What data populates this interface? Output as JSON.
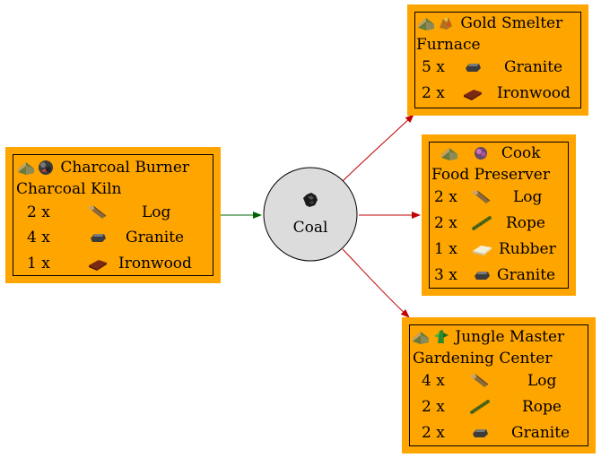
{
  "center": {
    "label": "Coal",
    "icon": "coal-icon"
  },
  "producer": {
    "line1": "Charcoal Burner",
    "line2": "Charcoal Kiln",
    "icons": [
      "building-icon",
      "charcoal-burner-icon"
    ],
    "inputs": [
      {
        "amount": "2 x",
        "name": "Log",
        "icon": "log-icon"
      },
      {
        "amount": "4 x",
        "name": "Granite",
        "icon": "granite-icon"
      },
      {
        "amount": "1 x",
        "name": "Ironwood",
        "icon": "ironwood-icon"
      }
    ]
  },
  "consumers": [
    {
      "line1": "Gold Smelter",
      "line2": "Furnace",
      "icons": [
        "building-icon",
        "gold-smelter-icon"
      ],
      "inputs": [
        {
          "amount": "5 x",
          "name": "Granite",
          "icon": "granite-icon"
        },
        {
          "amount": "2 x",
          "name": "Ironwood",
          "icon": "ironwood-icon"
        }
      ]
    },
    {
      "line1": "Cook",
      "line2": "Food Preserver",
      "icons": [
        "building-icon",
        "cook-icon"
      ],
      "inputs": [
        {
          "amount": "2 x",
          "name": "Log",
          "icon": "log-icon"
        },
        {
          "amount": "2 x",
          "name": "Rope",
          "icon": "rope-icon"
        },
        {
          "amount": "1 x",
          "name": "Rubber",
          "icon": "rubber-icon"
        },
        {
          "amount": "3 x",
          "name": "Granite",
          "icon": "granite-icon"
        }
      ]
    },
    {
      "line1": "Jungle Master",
      "line2": "Gardening Center",
      "icons": [
        "building-icon",
        "jungle-master-icon"
      ],
      "inputs": [
        {
          "amount": "4 x",
          "name": "Log",
          "icon": "log-icon"
        },
        {
          "amount": "2 x",
          "name": "Rope",
          "icon": "rope-icon"
        },
        {
          "amount": "2 x",
          "name": "Granite",
          "icon": "granite-icon"
        }
      ]
    }
  ],
  "colors": {
    "node_fill": "#ffa500",
    "center_fill": "#dcdcdc",
    "edge_in": "#006400",
    "edge_out": "#c00000"
  }
}
